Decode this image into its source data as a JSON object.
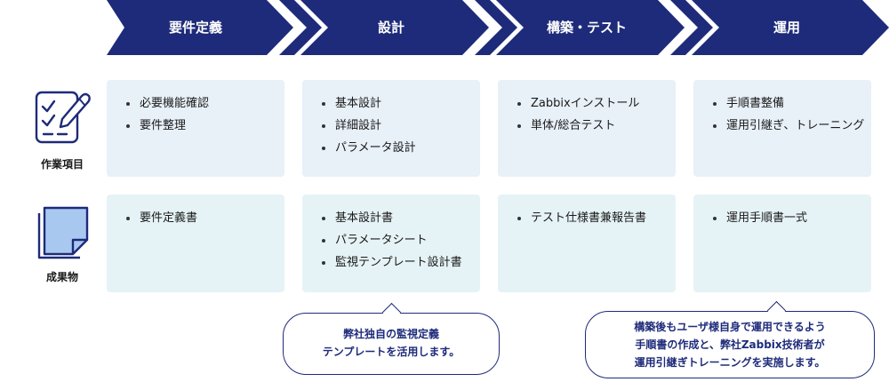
{
  "phases": [
    {
      "label": "要件定義"
    },
    {
      "label": "設計"
    },
    {
      "label": "構築・テスト"
    },
    {
      "label": "運用"
    }
  ],
  "rows": {
    "tasks": {
      "label": "作業項目",
      "icon": "checklist-icon"
    },
    "deliverables": {
      "label": "成果物",
      "icon": "document-icon"
    }
  },
  "tasks": [
    {
      "items": [
        "必要機能確認",
        "要件整理"
      ]
    },
    {
      "items": [
        "基本設計",
        "詳細設計",
        "パラメータ設計"
      ]
    },
    {
      "items": [
        "Zabbixインストール",
        "単体/総合テスト"
      ]
    },
    {
      "items": [
        "手順書整備",
        "運用引継ぎ、トレーニング"
      ]
    }
  ],
  "deliverables": [
    {
      "items": [
        "要件定義書"
      ]
    },
    {
      "items": [
        "基本設計書",
        "パラメータシート",
        "監視テンプレート設計書"
      ]
    },
    {
      "items": [
        "テスト仕様書兼報告書"
      ]
    },
    {
      "items": [
        "運用手順書一式"
      ]
    }
  ],
  "notes": [
    {
      "lines": [
        "弊社独自の監視定義",
        "テンプレートを活用します。"
      ]
    },
    {
      "lines": [
        "構築後もユーザ様自身で運用できるよう",
        "手順書の作成と、弊社Zabbix技術者が",
        "運用引継ぎトレーニングを実施します。"
      ]
    }
  ],
  "colors": {
    "phase_arrow": "#1e2b7a",
    "tasks_box": "#e8f0f8",
    "deliverables_box": "#e6f3f6",
    "icon_stroke": "#1e2b7a",
    "icon_fill": "#a9c8f0"
  }
}
